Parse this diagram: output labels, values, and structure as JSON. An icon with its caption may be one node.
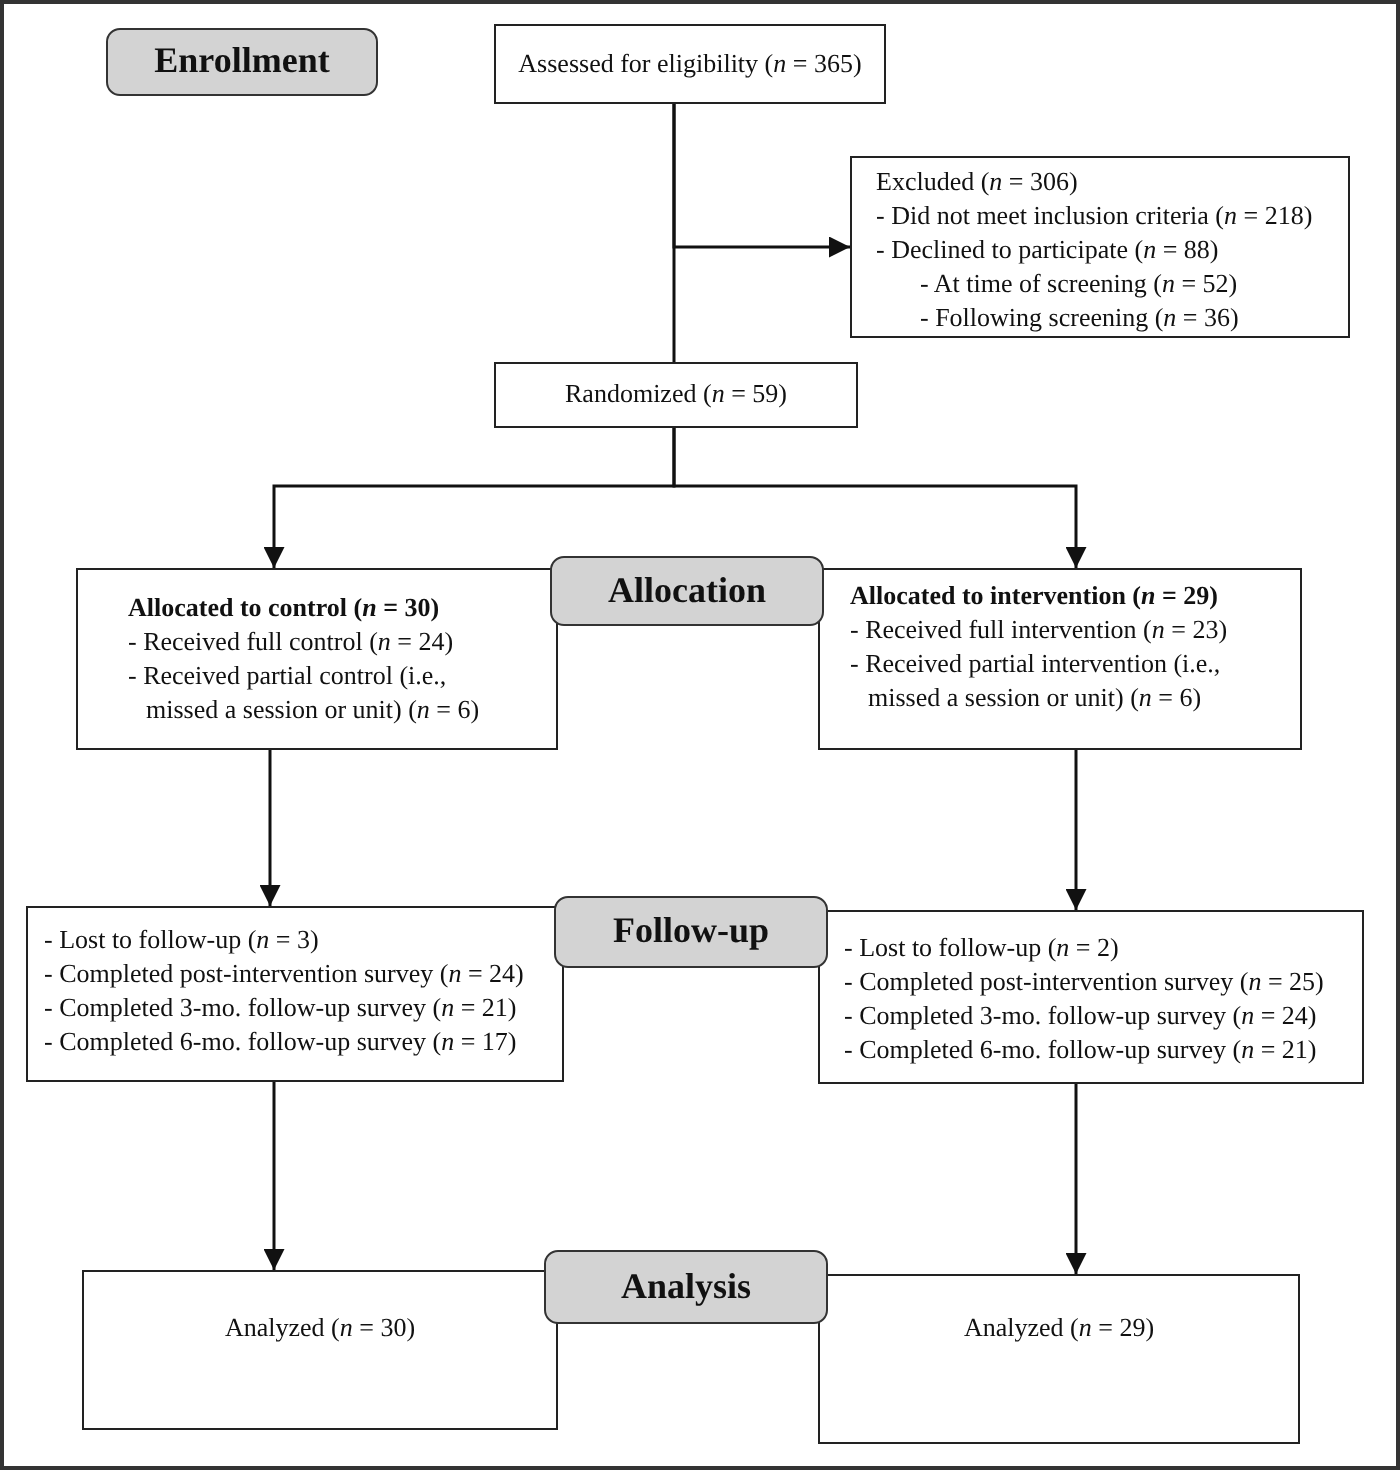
{
  "diagram": {
    "nodes": [
      {
        "text": [
          "Enrollment"
        ]
      },
      {
        "text": [
          "Assessed for eligibility (*n* = 365)"
        ]
      },
      {
        "text": [
          "Excluded (*n* = 306)",
          "- Did not meet inclusion criteria (*n* = 218)",
          "- Declined to participate (*n* = 88)",
          "- At time of screening (*n* = 52)",
          "- Following screening (*n* = 36)"
        ]
      },
      {
        "text": [
          "Randomized (*n* = 59)"
        ]
      },
      {
        "text": [
          "Allocated to control (*n* = 30)",
          "- Received full control (*n* = 24)",
          "- Received partial control (i.e., missed a session or unit) (*n* = 6)"
        ]
      },
      {
        "text": [
          "Allocation"
        ]
      },
      {
        "text": [
          "Allocated to intervention (*n* = 29)",
          "- Received full intervention (*n* = 23)",
          "- Received partial intervention (i.e., missed a session or unit) (*n* = 6)"
        ]
      },
      {
        "text": [
          "- Lost to follow-up (*n* = 3)",
          "- Completed post-intervention survey (*n* = 24)",
          "- Completed 3-mo. follow-up survey (*n* = 21)",
          "- Completed 6-mo. follow-up survey (*n* = 17)"
        ]
      },
      {
        "text": [
          "Follow-up"
        ]
      },
      {
        "text": [
          "- Lost to follow-up (*n* = 2)",
          "- Completed post-intervention survey (*n* = 25)",
          "- Completed 3-mo. follow-up survey (*n* = 24)",
          "- Completed 6-mo. follow-up survey (*n* = 21)"
        ]
      },
      {
        "text": [
          "Analyzed (*n* = 30)"
        ]
      },
      {
        "text": [
          "Analysis"
        ]
      },
      {
        "text": [
          "Analyzed (*n* = 29)"
        ]
      }
    ],
    "edges": [
      {
        "from": 1,
        "to": 3,
        "arrow": "none"
      },
      {
        "from": 1,
        "to": 2,
        "arrow": "to"
      },
      {
        "from": 3,
        "to": 4,
        "arrow": "to"
      },
      {
        "from": 3,
        "to": 6,
        "arrow": "to"
      },
      {
        "from": 4,
        "to": 7,
        "arrow": "to"
      },
      {
        "from": 6,
        "to": 9,
        "arrow": "to"
      },
      {
        "from": 7,
        "to": 10,
        "arrow": "to"
      },
      {
        "from": 9,
        "to": 12,
        "arrow": "to"
      }
    ]
  }
}
